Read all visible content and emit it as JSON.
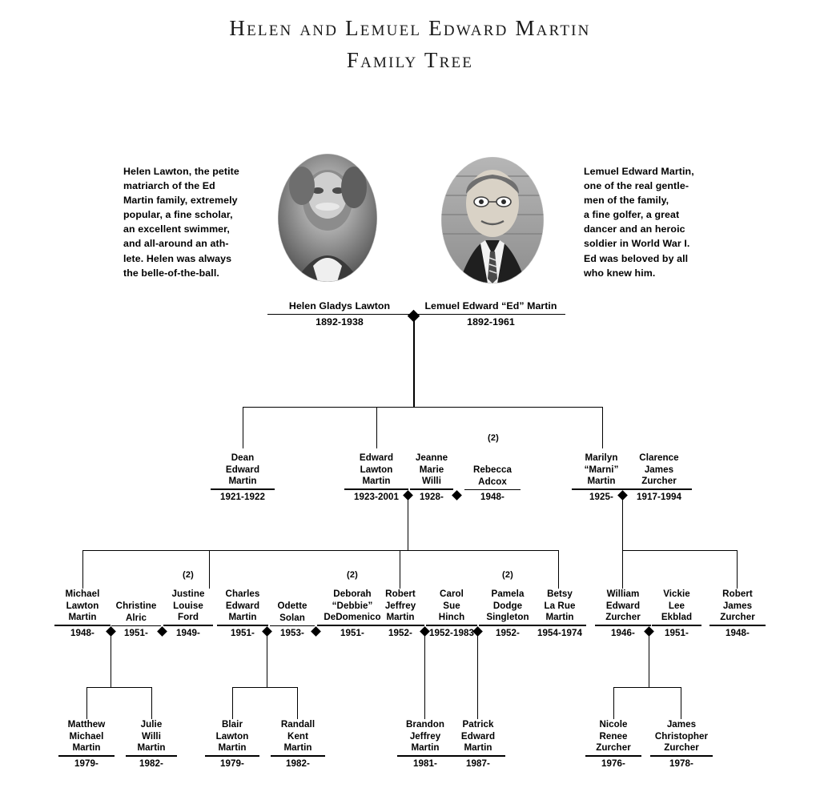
{
  "title": {
    "line1": "Helen and Lemuel Edward Martin",
    "line2": "Family Tree"
  },
  "captions": {
    "left": "Helen Lawton, the petite\nmatriarch of the Ed\nMartin family, extremely\npopular, a fine scholar,\nan excellent swimmer,\nand all-around an ath-\nlete.  Helen was always\nthe belle-of-the-ball.",
    "right": "Lemuel Edward Martin,\none of the real gentle-\nmen of the family,\na fine golfer, a great\ndancer and an heroic\nsoldier in World War I.\nEd was beloved by all\nwho knew him."
  },
  "portraits": {
    "helen_alt": "Helen Gladys Lawton portrait",
    "ed_alt": "Lemuel Edward Martin portrait"
  },
  "generation1": [
    {
      "name": "Helen Gladys Lawton",
      "dates": "1892-1938"
    },
    {
      "name": "Lemuel Edward “Ed” Martin",
      "dates": "1892-1961"
    }
  ],
  "generation2": [
    {
      "name": "Dean\nEdward\nMartin",
      "dates": "1921-1922"
    },
    {
      "name": "Edward\nLawton\nMartin",
      "dates": "1923-2001"
    },
    {
      "name": "Jeanne\nMarie\nWilli",
      "dates": "1928-"
    },
    {
      "name": "Rebecca\nAdcox",
      "dates": "1948-"
    },
    {
      "name": "Marilyn\n“Marni”\nMartin",
      "dates": "1925-"
    },
    {
      "name": "Clarence\nJames\nZurcher",
      "dates": "1917-1994"
    }
  ],
  "generation3": [
    {
      "name": "Michael\nLawton\nMartin",
      "dates": "1948-"
    },
    {
      "name": "Christine\nAlric",
      "dates": "1951-"
    },
    {
      "name": "Justine\nLouise\nFord",
      "dates": "1949-"
    },
    {
      "name": "Charles\nEdward\nMartin",
      "dates": "1951-"
    },
    {
      "name": "Odette\nSolan",
      "dates": "1953-"
    },
    {
      "name": "Deborah\n“Debbie”\nDeDomenico",
      "dates": "1951-"
    },
    {
      "name": "Robert\nJeffrey\nMartin",
      "dates": "1952-"
    },
    {
      "name": "Carol\nSue\nHinch",
      "dates": "1952-1983"
    },
    {
      "name": "Pamela\nDodge\nSingleton",
      "dates": "1952-"
    },
    {
      "name": "Betsy\nLa Rue\nMartin",
      "dates": "1954-1974"
    },
    {
      "name": "William\nEdward\nZurcher",
      "dates": "1946-"
    },
    {
      "name": "Vickie\nLee\nEkblad",
      "dates": "1951-"
    },
    {
      "name": "Robert\nJames\nZurcher",
      "dates": "1948-"
    }
  ],
  "generation4": [
    {
      "name": "Matthew\nMichael\nMartin",
      "dates": "1979-"
    },
    {
      "name": "Julie\nWilli\nMartin",
      "dates": "1982-"
    },
    {
      "name": "Blair\nLawton\nMartin",
      "dates": "1979-"
    },
    {
      "name": "Randall\nKent\nMartin",
      "dates": "1982-"
    },
    {
      "name": "Brandon\nJeffrey\nMartin",
      "dates": "1981-"
    },
    {
      "name": "Patrick\nEdward\nMartin",
      "dates": "1987-"
    },
    {
      "name": "Nicole\nRenee\nZurcher",
      "dates": "1976-"
    },
    {
      "name": "James\nChristopher\nZurcher",
      "dates": "1978-"
    }
  ],
  "remarriage_markers": {
    "marker": "(2)",
    "count": 4
  },
  "colors": {
    "ink": "#000000",
    "background": "#ffffff",
    "title_ink": "#1a1a1a"
  }
}
